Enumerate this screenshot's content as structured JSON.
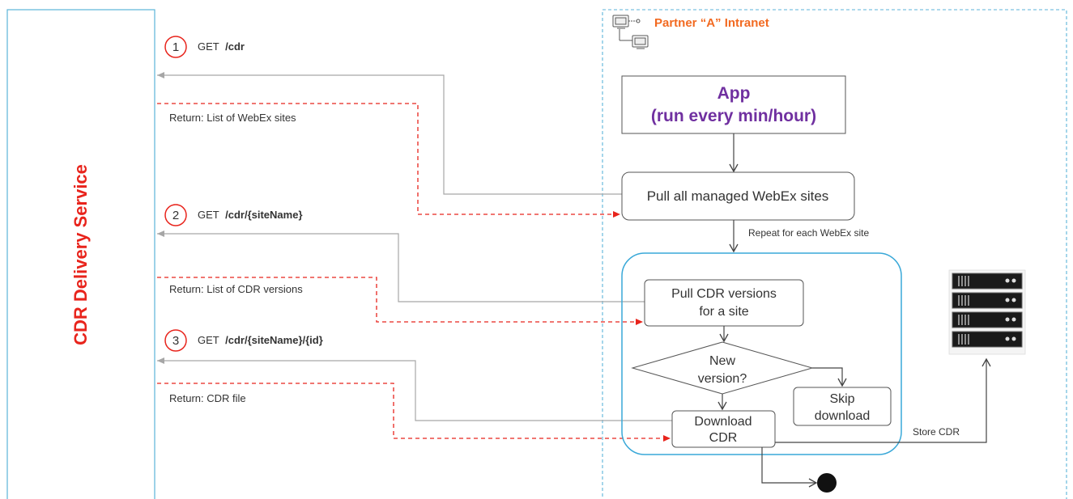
{
  "left_panel": {
    "title": "CDR Delivery Service",
    "title_color": "#e8241c"
  },
  "partner": {
    "label": "Partner “A” Intranet",
    "color": "#f26a21",
    "border_color": "#5bb3d8"
  },
  "steps": [
    {
      "number": "1",
      "method": "GET",
      "path": "/cdr",
      "return_label": "Return: List of WebEx sites"
    },
    {
      "number": "2",
      "method": "GET",
      "path": "/cdr/{siteName}",
      "return_label": "Return: List of CDR versions"
    },
    {
      "number": "3",
      "method": "GET",
      "path": "/cdr/{siteName}/{id}",
      "return_label": "Return: CDR file"
    }
  ],
  "app": {
    "line1": "App",
    "line2": "(run every min/hour)",
    "color": "#7030a0"
  },
  "nodes": {
    "pull_sites": "Pull all managed WebEx sites",
    "repeat": "Repeat for each WebEx site",
    "pull_versions_1": "Pull CDR versions",
    "pull_versions_2": "for a site",
    "new_version_1": "New",
    "new_version_2": "version?",
    "skip_1": "Skip",
    "skip_2": "download",
    "download_1": "Download",
    "download_2": "CDR",
    "store": "Store CDR"
  },
  "colors": {
    "request_line": "#a6a6a6",
    "return_line": "#e8241c",
    "loop_border": "#39a8d8",
    "step_circle": "#e8241c"
  },
  "icons": {
    "network": "network-computers-icon",
    "server": "server-rack-icon",
    "end": "end-node-icon"
  }
}
